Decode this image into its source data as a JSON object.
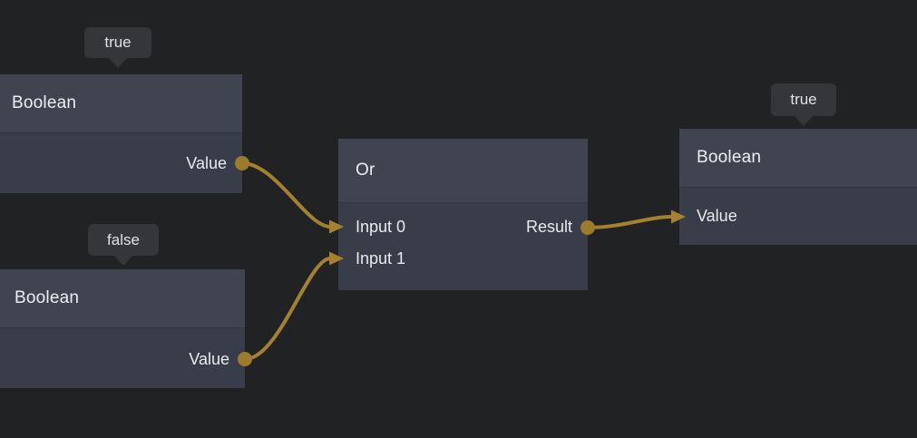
{
  "app": {
    "type": "visual-scripting-node-graph"
  },
  "colors": {
    "bg": "#212224",
    "header": "#3f4450",
    "body": "#393d49",
    "tooltip": "#343639",
    "text": "#eceef2",
    "accent": "#a5812f",
    "port": "#9d7b2d"
  },
  "nodes": {
    "boolean1": {
      "title": "Boolean",
      "badge": "true",
      "ports": {
        "output": "Value"
      }
    },
    "boolean2": {
      "title": "Boolean",
      "badge": "false",
      "ports": {
        "output": "Value"
      }
    },
    "or": {
      "title": "Or",
      "ports": {
        "input0": "Input 0",
        "input1": "Input 1",
        "output": "Result"
      }
    },
    "boolean3": {
      "title": "Boolean",
      "badge": "true",
      "ports": {
        "input": "Value"
      }
    }
  },
  "connections": [
    {
      "from": "boolean1.Value",
      "to": "or.Input 0"
    },
    {
      "from": "boolean2.Value",
      "to": "or.Input 1"
    },
    {
      "from": "or.Result",
      "to": "boolean3.Value"
    }
  ]
}
